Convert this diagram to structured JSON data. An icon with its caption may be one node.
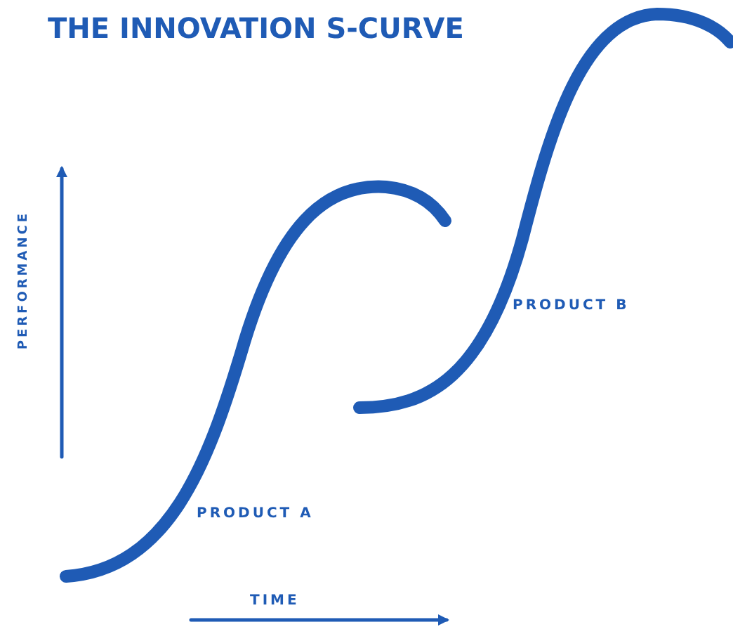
{
  "diagram": {
    "title": "THE INNOVATION S-CURVE",
    "labels": [
      "PERFORMANCE",
      "PRODUCT A",
      "PRODUCT B",
      "TIME"
    ]
  }
}
